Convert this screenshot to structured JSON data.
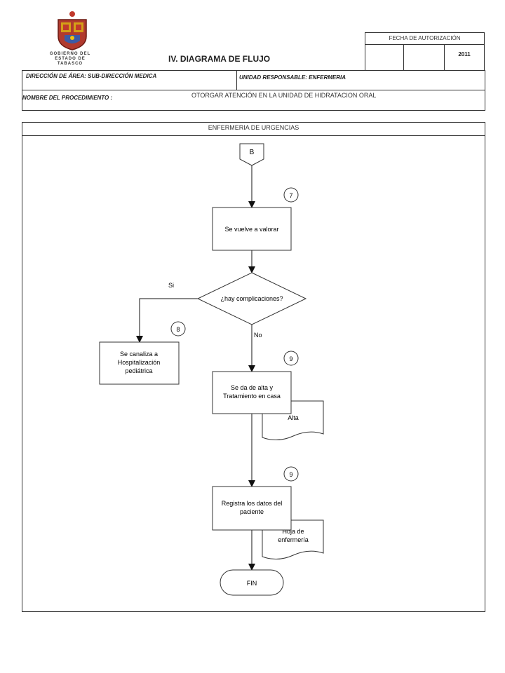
{
  "header": {
    "title": "IV. DIAGRAMA  DE FLUJO",
    "logo_lines": [
      "GOBIERNO DEL",
      "ESTADO DE",
      "TABASCO"
    ],
    "auth_label": "FECHA DE AUTORIZACIÓN",
    "auth_year": "2011",
    "direccion": "DIRECCIÓN DE ÁREA: SUB-DIRECCIÓN MEDICA",
    "unidad": "UNIDAD RESPONSABLE: ENFERMERIA",
    "procedimiento_label": "NOMBRE DEL PROCEDIMIENTO :",
    "procedimiento_value": "OTORGAR ATENCIÓN EN LA UNIDAD DE HIDRATACION ORAL"
  },
  "lane": {
    "title": "ENFERMERIA DE URGENCIAS"
  },
  "flow": {
    "connector_b": "B",
    "step7_num": "7",
    "step7_text": "Se vuelve a valorar",
    "decision_text": "¿hay complicaciones?",
    "yes_label": "Si",
    "no_label": "No",
    "step8_num": "8",
    "step8_lines": [
      "Se canaliza a",
      "Hospitalización",
      "pediátrica"
    ],
    "step9a_num": "9",
    "step9a_lines": [
      "Se da de alta y",
      "Tratamiento en casa"
    ],
    "doc_alta": "Alta",
    "step9b_num": "9",
    "step9b_lines": [
      "Registra los datos del",
      "paciente"
    ],
    "doc_hoja_lines": [
      "Hoja de",
      "enfermería"
    ],
    "end_text": "FIN"
  }
}
